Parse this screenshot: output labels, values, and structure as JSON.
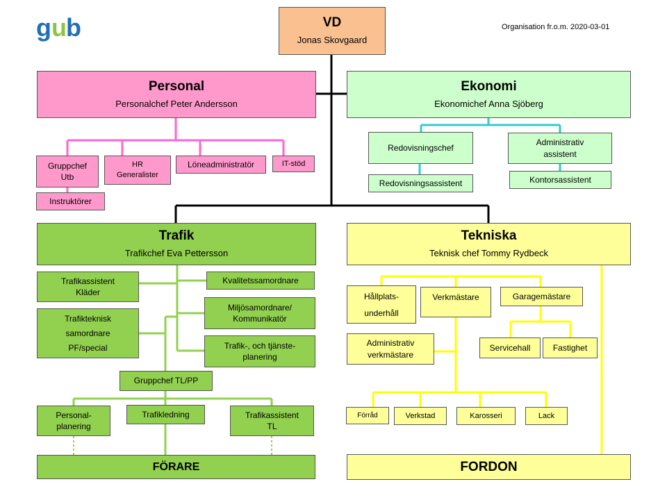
{
  "logo": {
    "text": "gub",
    "color_green": "#8cc63f",
    "color_blue": "#1f6fb5"
  },
  "org_date": "Organisation fr.o.m. 2020-03-01",
  "vd": {
    "title": "VD",
    "name": "Jonas Skovgaard",
    "color": "#fac090"
  },
  "personal": {
    "title": "Personal",
    "name": "Personalchef Peter Andersson",
    "color": "#ff99cc",
    "units": [
      "Gruppchef\nUtb",
      "HR\nGeneralister",
      "Löneadministratör",
      "IT-stöd",
      "Instruktörer"
    ]
  },
  "ekonomi": {
    "title": "Ekonomi",
    "name": "Ekonomichef  Anna Sjöberg",
    "color": "#ccffcc",
    "units": [
      "Redovisningschef",
      "Administrativ\nassistent",
      "Redovisningsassistent",
      "Kontorsassistent"
    ]
  },
  "trafik": {
    "title": "Trafik",
    "name": "Trafikchef Eva Pettersson",
    "color": "#92d050",
    "units": [
      "Trafikassistent\nKläder",
      "Trafikteknisk\nsamordnare\nPF/special",
      "Kvalitetssamordnare",
      "Miljösamordnare/\nKommunikatör",
      "Trafik-, och tjänste-\nplanering",
      "Gruppchef TL/PP",
      "Personal-\nplanering",
      "Trafikledning",
      "Trafikassistent\nTL"
    ],
    "footer": "FÖRARE"
  },
  "tekniska": {
    "title": "Tekniska",
    "name": "Teknisk chef Tommy Rydbeck",
    "color": "#ffff99",
    "units": [
      "Hållplats-\nunderhåll",
      "Verkmästare",
      "Garagemästare",
      "Administrativ\nverkmästare",
      "Servicehall",
      "Fastighet",
      "Förråd",
      "Verkstad",
      "Karosseri",
      "Lack"
    ],
    "footer": "FORDON"
  },
  "line_colors": {
    "main": "#000000",
    "personal": "#ff66cc",
    "ekonomi": "#33cccc",
    "trafik": "#92d050",
    "tekniska": "#ffff00"
  }
}
